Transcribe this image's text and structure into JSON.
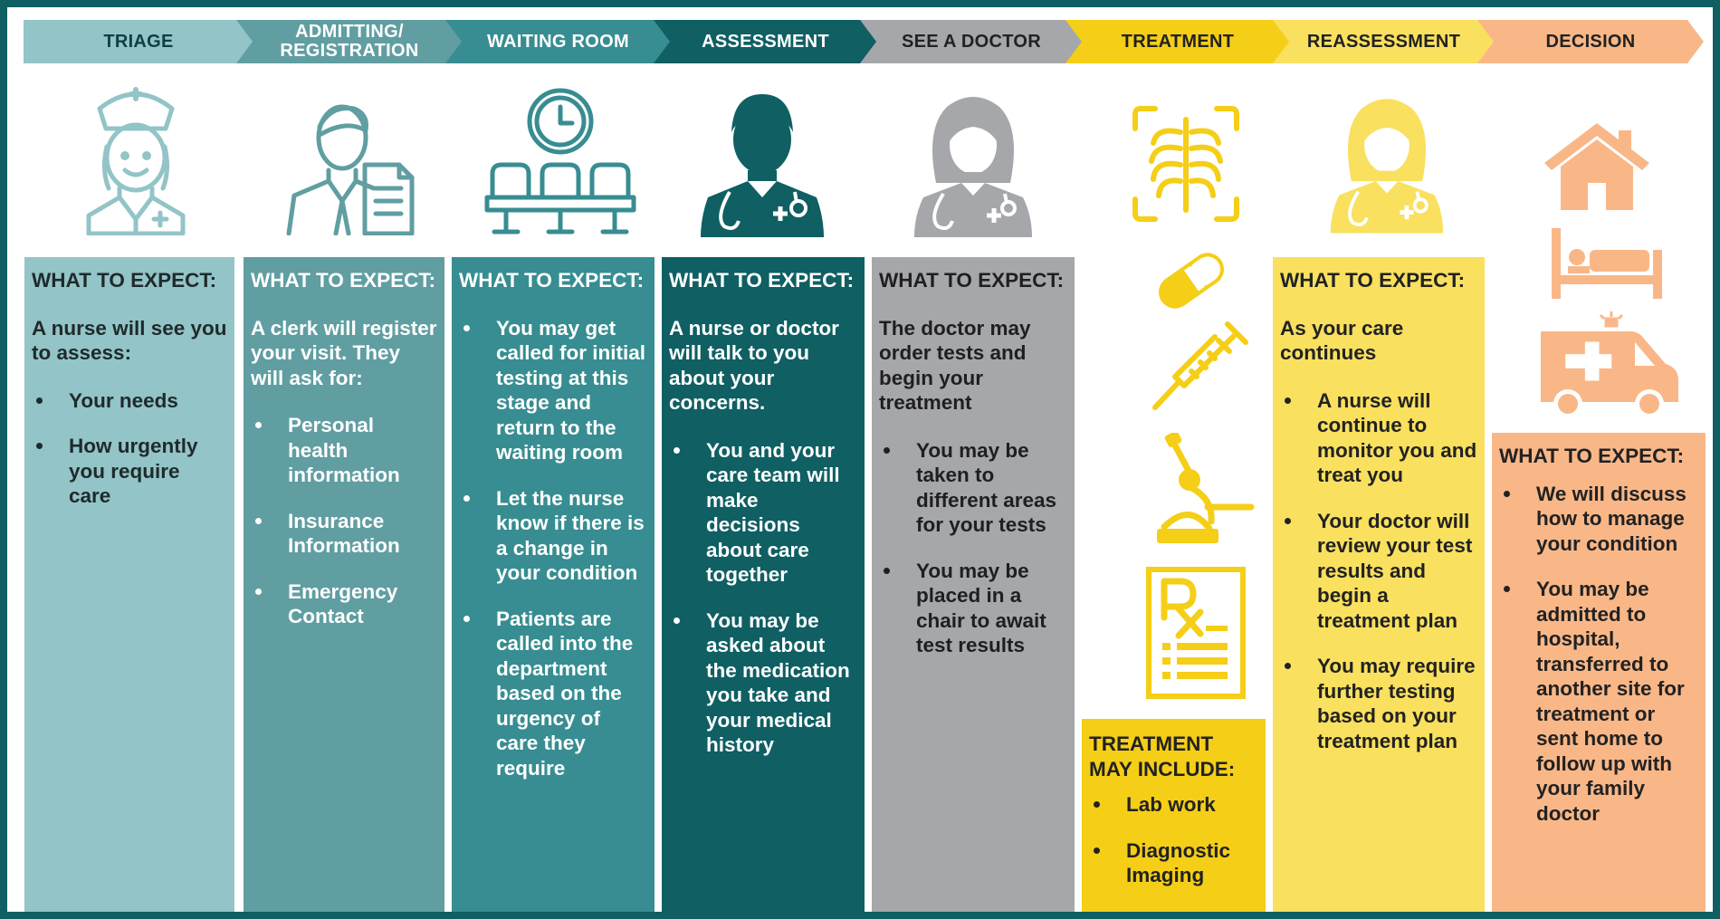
{
  "colors": {
    "frame": "#0f5f63",
    "triage": "#93c4c7",
    "admitting": "#609ea2",
    "waiting": "#378d91",
    "assessment": "#0f5f63",
    "doctor": "#a5a7aa",
    "treatment": "#f5ce17",
    "reassessment": "#f9e05f",
    "decision": "#f9b788"
  },
  "steps": [
    {
      "label": "TRIAGE"
    },
    {
      "label_line1": "ADMITTING/",
      "label_line2": "REGISTRATION"
    },
    {
      "label": "WAITING ROOM"
    },
    {
      "label": "ASSESSMENT"
    },
    {
      "label": "SEE A DOCTOR"
    },
    {
      "label": "TREATMENT"
    },
    {
      "label": "REASSESSMENT"
    },
    {
      "label": "DECISION"
    }
  ],
  "icons": {
    "triage": "nurse-icon",
    "admitting": "clerk-with-document-icon",
    "waiting": "waiting-room-chairs-clock-icon",
    "assessment": "male-doctor-icon",
    "doctor": "female-doctor-icon",
    "treatment": [
      "x-ray-chest-icon",
      "pill-capsule-icon",
      "syringe-icon",
      "microscope-icon",
      "prescription-icon"
    ],
    "reassessment": "female-doctor-icon",
    "decision": [
      "house-icon",
      "hospital-bed-icon",
      "ambulance-icon"
    ]
  },
  "columns": {
    "triage": {
      "heading": "WHAT TO EXPECT:",
      "intro": "A nurse will see you to assess:",
      "bullets": [
        "Your needs",
        "How urgently you require care"
      ]
    },
    "admitting": {
      "heading": "WHAT TO EXPECT:",
      "intro": "A clerk will register your visit. They will ask for:",
      "bullets": [
        "Personal health information",
        "Insurance Information",
        "Emergency Contact"
      ]
    },
    "waiting": {
      "heading": "WHAT TO EXPECT:",
      "bullets": [
        "You may get called for initial testing at this stage and return to the waiting room",
        "Let the nurse know if there is a change in your condition",
        "Patients are called into the department based on the urgency of care they require"
      ]
    },
    "assessment": {
      "heading": "WHAT TO EXPECT:",
      "intro": "A nurse or doctor will talk to you about your concerns.",
      "bullets": [
        "You and your care team will make decisions about care together",
        "You may be asked about the medication you take and your medical history"
      ]
    },
    "doctor": {
      "heading": "WHAT TO EXPECT:",
      "intro": "The doctor may order tests and begin your treatment",
      "bullets": [
        "You may be taken to different areas for your tests",
        "You may be placed in a chair to await test results"
      ]
    },
    "treatment": {
      "heading": "TREATMENT MAY INCLUDE:",
      "bullets": [
        "Lab work",
        "Diagnostic Imaging"
      ]
    },
    "reassessment": {
      "heading": "WHAT TO EXPECT:",
      "intro": "As your care continues",
      "bullets": [
        "A nurse will continue to monitor you and treat you",
        "Your doctor will review your test results and begin a treatment plan",
        "You may require further testing based on your treatment plan"
      ]
    },
    "decision": {
      "heading": "WHAT TO EXPECT:",
      "bullets": [
        "We will discuss how to manage your condition",
        "You may be admitted to hospital, transferred to another site for treatment or sent home to follow up with your family doctor"
      ]
    }
  }
}
